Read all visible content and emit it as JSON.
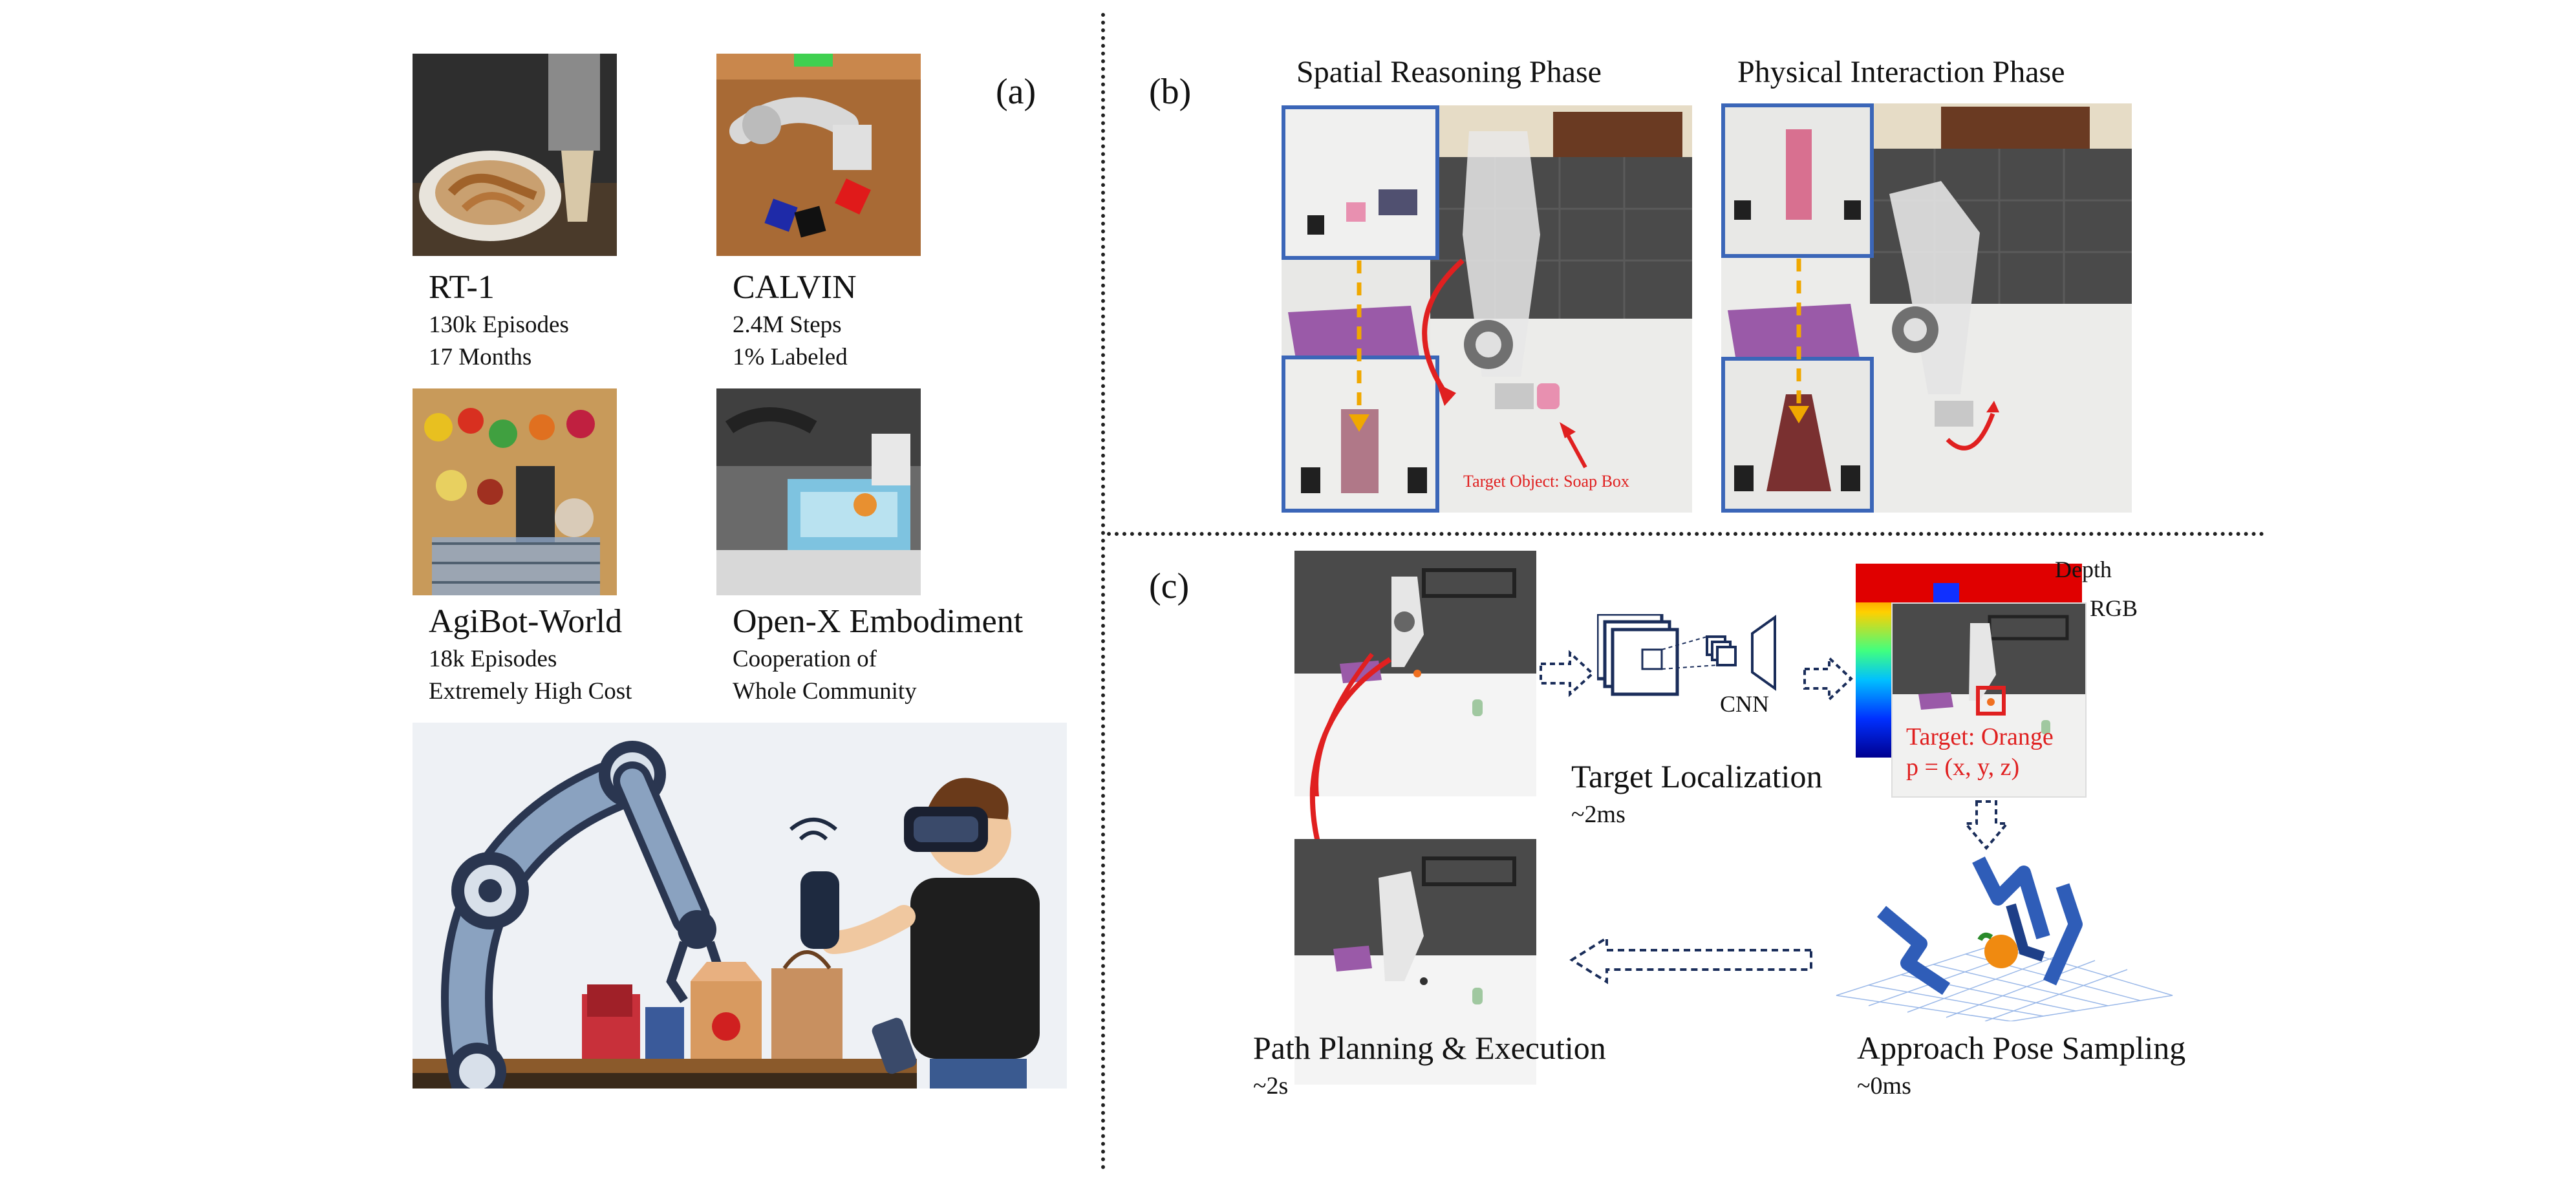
{
  "panel_a": {
    "label": "(a)",
    "datasets": [
      {
        "name": "RT-1",
        "line1": "130k Episodes",
        "line2": "17 Months"
      },
      {
        "name": "CALVIN",
        "line1": "2.4M Steps",
        "line2": "1% Labeled"
      },
      {
        "name": "AgiBot-World",
        "line1": "18k Episodes",
        "line2": "Extremely High Cost"
      },
      {
        "name": "Open-X Embodiment",
        "line1": "Cooperation of",
        "line2": "Whole Community"
      }
    ]
  },
  "panel_b": {
    "label": "(b)",
    "phase1": "Spatial Reasoning Phase",
    "phase2": "Physical Interaction Phase",
    "target_note": "Target Object: Soap Box"
  },
  "panel_c": {
    "label": "(c)",
    "cnn": "CNN",
    "depth": "Depth",
    "rgb": "RGB",
    "target_line1": "Target: Orange",
    "target_line2": "p = (x, y, z)",
    "steps": {
      "localization": {
        "title": "Target Localization",
        "time": "~2ms"
      },
      "sampling": {
        "title": "Approach Pose Sampling",
        "time": "~0ms"
      },
      "planning": {
        "title": "Path Planning & Execution",
        "time": "~2s"
      }
    }
  },
  "colors": {
    "red": "#e02020",
    "orange_dash": "#f0a800",
    "frame_blue": "#3b66b8",
    "navy": "#1a2d5a"
  }
}
